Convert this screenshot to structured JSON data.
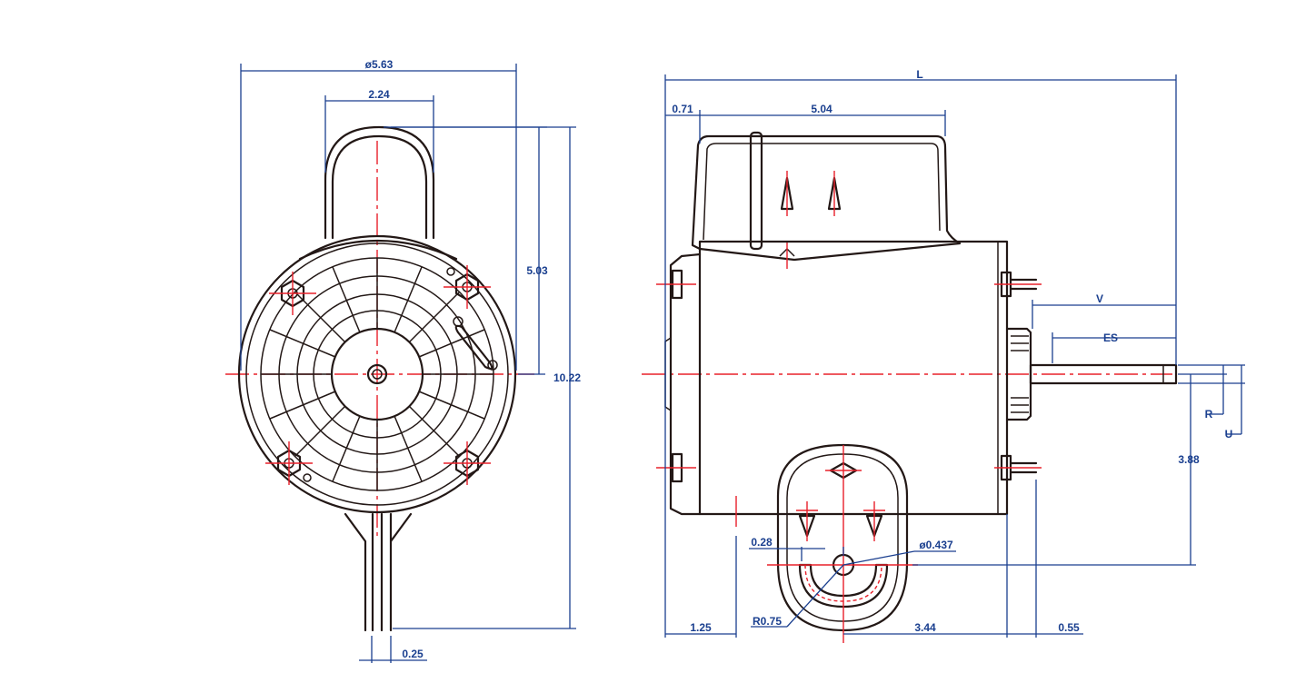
{
  "colors": {
    "dimension": "#1a3f8f",
    "centerline": "#e8202a",
    "outline": "#231816",
    "background": "#ffffff"
  },
  "front_view": {
    "dim_overall_diameter": "ø5.63",
    "dim_capacitor_width": "2.24",
    "dim_top_to_center": "5.03",
    "dim_overall_height": "10.22",
    "dim_foot_thickness": "0.25"
  },
  "side_view": {
    "dim_length": "L",
    "dim_end_offset": "0.71",
    "dim_capacitor_length": "5.04",
    "dim_shaft_v": "V",
    "dim_shaft_es": "ES",
    "dim_shaft_r": "R",
    "dim_shaft_u": "U",
    "dim_center_height": "3.88",
    "dim_slot_offset": "0.28",
    "dim_hole_diameter": "ø0.437",
    "dim_slot_radius": "R0.75",
    "dim_rear_offset": "1.25",
    "dim_mount_spacing": "3.44",
    "dim_front_offset": "0.55"
  }
}
